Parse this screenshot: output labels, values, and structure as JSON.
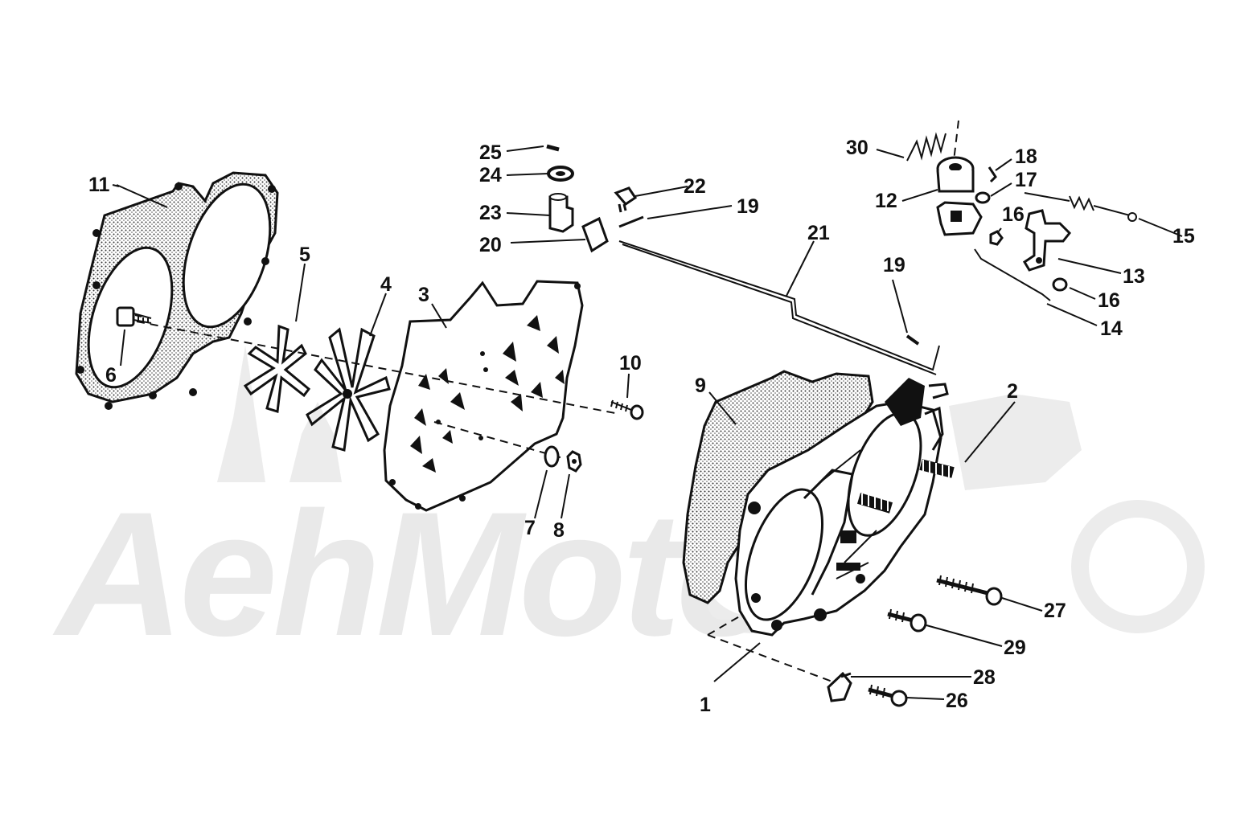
{
  "watermark": {
    "text": "AehMoto"
  },
  "callouts": [
    {
      "id": "1",
      "label": "1"
    },
    {
      "id": "2",
      "label": "2"
    },
    {
      "id": "3",
      "label": "3"
    },
    {
      "id": "4",
      "label": "4"
    },
    {
      "id": "5",
      "label": "5"
    },
    {
      "id": "6",
      "label": "6"
    },
    {
      "id": "7",
      "label": "7"
    },
    {
      "id": "8",
      "label": "8"
    },
    {
      "id": "9",
      "label": "9"
    },
    {
      "id": "10",
      "label": "10"
    },
    {
      "id": "11",
      "label": "11"
    },
    {
      "id": "12",
      "label": "12"
    },
    {
      "id": "13",
      "label": "13"
    },
    {
      "id": "14",
      "label": "14"
    },
    {
      "id": "15",
      "label": "15"
    },
    {
      "id": "16a",
      "label": "16"
    },
    {
      "id": "16b",
      "label": "16"
    },
    {
      "id": "17",
      "label": "17"
    },
    {
      "id": "18",
      "label": "18"
    },
    {
      "id": "19a",
      "label": "19"
    },
    {
      "id": "19b",
      "label": "19"
    },
    {
      "id": "20",
      "label": "20"
    },
    {
      "id": "21",
      "label": "21"
    },
    {
      "id": "22",
      "label": "22"
    },
    {
      "id": "23",
      "label": "23"
    },
    {
      "id": "24",
      "label": "24"
    },
    {
      "id": "25",
      "label": "25"
    },
    {
      "id": "26",
      "label": "26"
    },
    {
      "id": "27",
      "label": "27"
    },
    {
      "id": "28",
      "label": "28"
    },
    {
      "id": "29",
      "label": "29"
    },
    {
      "id": "30",
      "label": "30"
    }
  ]
}
